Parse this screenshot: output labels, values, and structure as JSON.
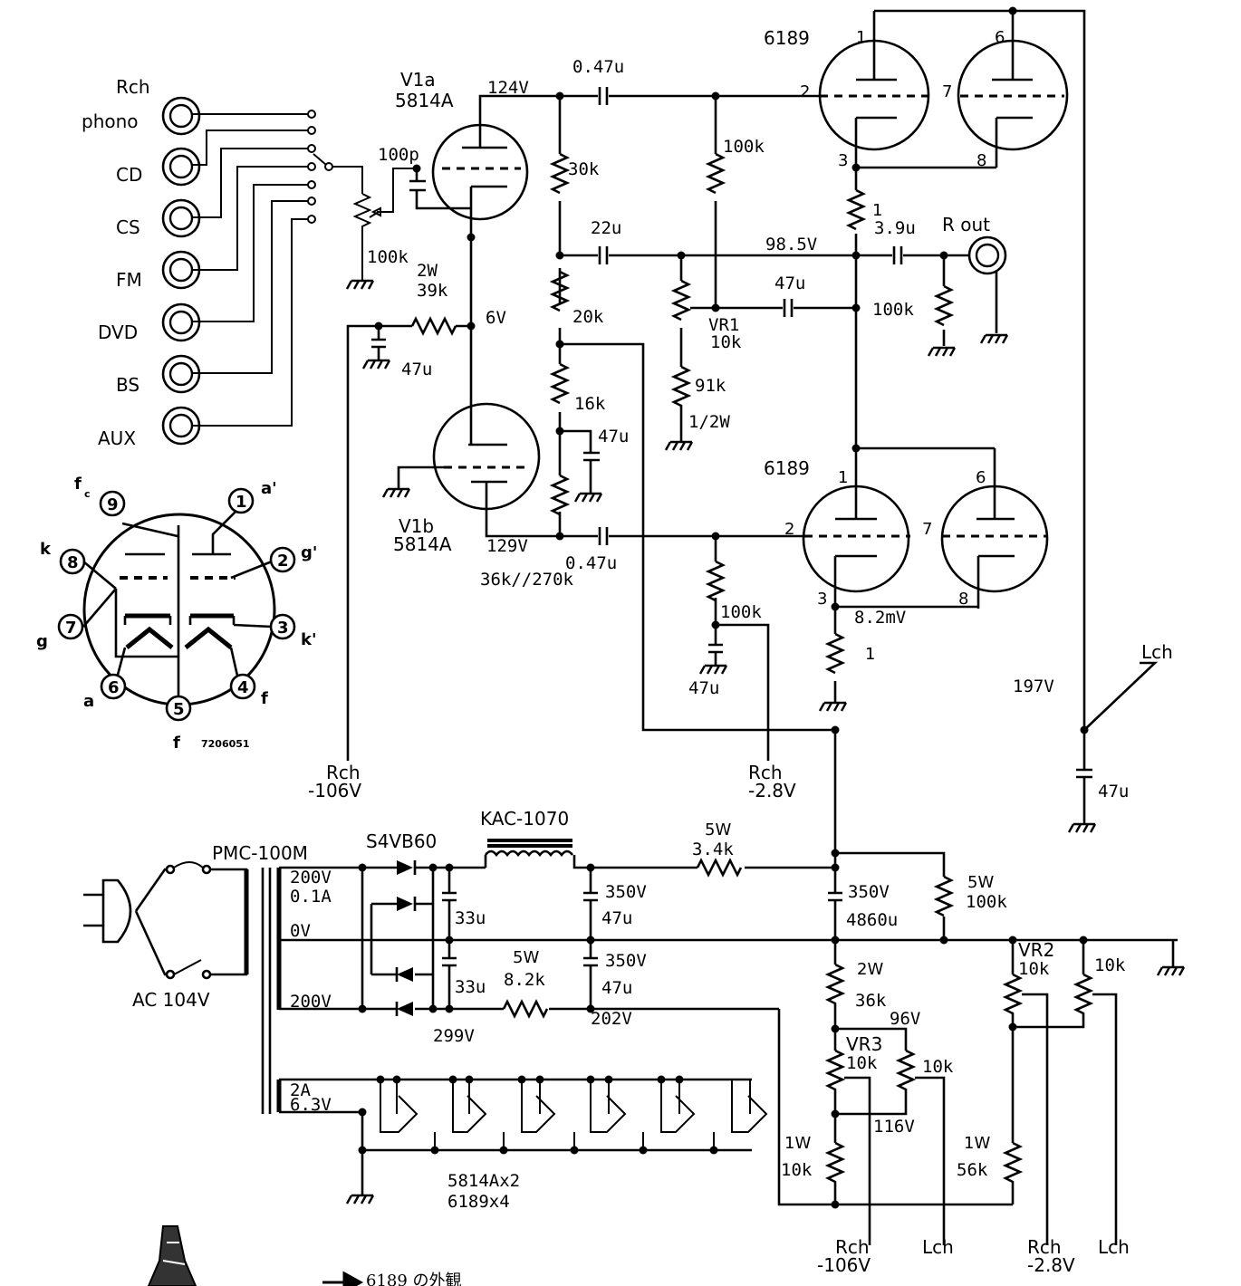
{
  "inputs": {
    "channel": "Rch",
    "sources": [
      "phono",
      "CD",
      "CS",
      "FM",
      "DVD",
      "BS",
      "AUX"
    ]
  },
  "tubes": {
    "v1a": {
      "name": "V1a",
      "type": "5814A",
      "plate_v": "124V"
    },
    "v1b": {
      "name": "V1b",
      "type": "5814A",
      "plate_v": "129V"
    },
    "top": "6189",
    "bottom": "6189",
    "pins": {
      "p1": "1",
      "p2": "2",
      "p3": "3",
      "p6": "6",
      "p7": "7",
      "p8": "8"
    }
  },
  "parts": {
    "c_in": "100p",
    "vol": "100k",
    "r_2w": "2W",
    "r_39k": "39k",
    "v_6": "6V",
    "c_47u_a": "47u",
    "c_047_top": "0.47u",
    "r_30k": "30k",
    "c_22u": "22u",
    "r_20k": "20k",
    "r_16k": "16k",
    "c_47u_b": "47u",
    "c_047_bot": "0.47u",
    "r_36k": "36k//270k",
    "r_100k_a": "100k",
    "vr1_name": "VR1",
    "vr1_val": "10k",
    "r_91k": "91k",
    "r_91k_w": "1/2W",
    "c_47u_fb": "47u",
    "r_100k_b": "100k",
    "c_47u_c": "47u",
    "r_1_top": "1",
    "c_out": "3.9u",
    "v_985": "98.5V",
    "r_100k_out": "100k",
    "out_label": "R out",
    "r_1_bot": "1",
    "v_82mv": "8.2mV",
    "lch": "Lch",
    "v_197": "197V",
    "c_47u_d": "47u"
  },
  "pin_diagram": {
    "pins": [
      "1",
      "2",
      "3",
      "4",
      "5",
      "6",
      "7",
      "8",
      "9"
    ],
    "labels": {
      "a1": "a'",
      "g1": "g'",
      "k1": "k'",
      "f": "f",
      "f5": "f",
      "a": "a",
      "g": "g",
      "k": "k",
      "fc": "f",
      "fc_sub": "c"
    },
    "code": "7206051"
  },
  "refs": {
    "rch_m106": "Rch",
    "rch_m106_v": "-106V",
    "rch_m28": "Rch",
    "rch_m28_v": "-2.8V"
  },
  "power": {
    "transformer": "PMC-100M",
    "rectifier": "S4VB60",
    "choke": "KAC-1070",
    "ac": "AC 104V",
    "sec_200a": "200V",
    "sec_01a": "0.1A",
    "sec_0v": "0V",
    "sec_200b": "200V",
    "heater_a": "2A",
    "heater_v": "6.3V",
    "c_33u_a": "33u",
    "c_33u_b": "33u",
    "c_350_a": "350V",
    "c_47u_e": "47u",
    "c_350_b": "350V",
    "c_47u_f": "47u",
    "r_5w_a": "5W",
    "r_34k": "3.4k",
    "r_5w_b": "5W",
    "r_82k": "8.2k",
    "c_350_c": "350V",
    "c_4860": "4860u",
    "r_5w_c": "5W",
    "r_100k_p": "100k",
    "v_299": "299V",
    "v_202": "202V",
    "r_2w_b": "2W",
    "r_36k_b": "36k",
    "v_96": "96V",
    "vr3_name": "VR3",
    "vr3_val": "10k",
    "vr3b_val": "10k",
    "v_116": "116V",
    "r_1w_a": "1W",
    "r_10k": "10k",
    "vr2_name": "VR2",
    "vr2_val": "10k",
    "vr2b_val": "10k",
    "r_1w_b": "1W",
    "r_56k": "56k",
    "heaters": "5814Ax2",
    "heaters2": "6189x4"
  },
  "bottom_refs": {
    "rch_a": "Rch",
    "rch_a_v": "-106V",
    "lch_a": "Lch",
    "rch_b": "Rch",
    "rch_b_v": "-2.8V",
    "lch_b": "Lch"
  },
  "caption": "6189 の外観"
}
